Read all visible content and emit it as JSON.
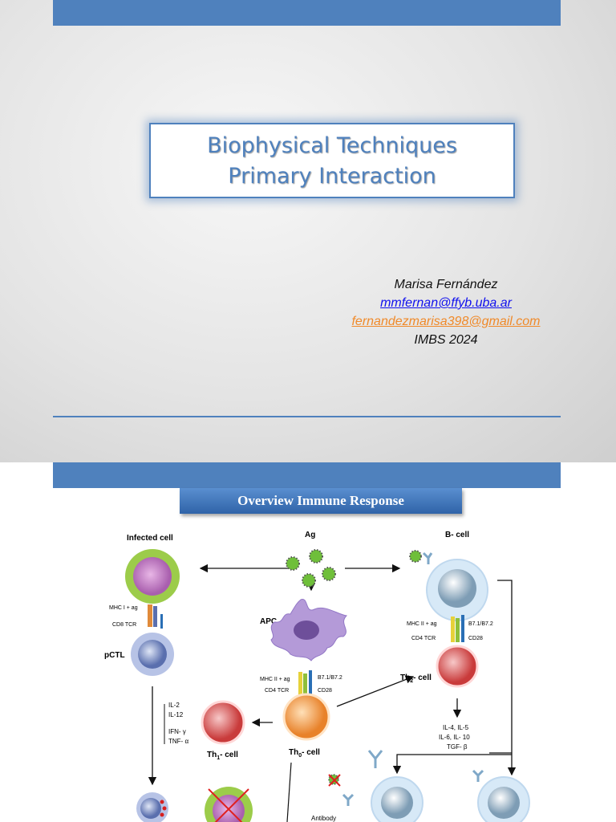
{
  "slide1": {
    "title_line1": "Biophysical Techniques",
    "title_line2": "Primary Interaction",
    "author_name": "Marisa  Fernández",
    "email1": "mmfernan@ffyb.uba.ar",
    "email2": "fernandezmarisa398@gmail.com",
    "event": "IMBS 2024"
  },
  "slide2": {
    "banner_title": "Overview Immune Response",
    "diagram": {
      "labels": {
        "infected_cell": "Infected cell",
        "ag": "Ag",
        "b_cell": "B- cell",
        "apc": "APC",
        "pctl": "pCTL",
        "mhc1": "MHC I + ag",
        "cd8": "CD8 TCR",
        "mhc2_apc": "MHC II + ag",
        "cd4_apc": "CD4 TCR",
        "b7_apc": "B7.1/B7.2",
        "cd28_apc": "CD28",
        "mhc2_b": "MHC II + ag",
        "cd4_b": "CD4 TCR",
        "b7_b": "B7.1/B7.2",
        "cd28_b": "CD28",
        "th1": "Th",
        "th1_sub": "1",
        "th1_suffix": "- cell",
        "th0": "Th",
        "th0_sub": "0",
        "th0_suffix": "- cell",
        "th2": "Th",
        "th2_sub": "2",
        "th2_suffix": "- cell",
        "cyt1": "IL-2",
        "cyt2": "IL-12",
        "cyt3": "IFN- γ",
        "cyt4": "TNF- α",
        "cyt5": "IL-4, IL-5",
        "cyt6": "IL-6, IL- 10",
        "cyt7": "TGF- β",
        "antibody": "Antibody"
      },
      "colors": {
        "virus": "#6fbf3a",
        "apc": "#b49ad8",
        "infected_outer": "#9ccc4a",
        "infected_inner": "#c58ac7",
        "t_cell_outer": "#b7c3e6",
        "t_cell_inner": "#5a6fae",
        "th1_cell": "#d95555",
        "th0_cell": "#f29a3d",
        "b_cell_outer": "#d7e9f7",
        "b_cell_inner": "#7e9db5"
      }
    }
  }
}
